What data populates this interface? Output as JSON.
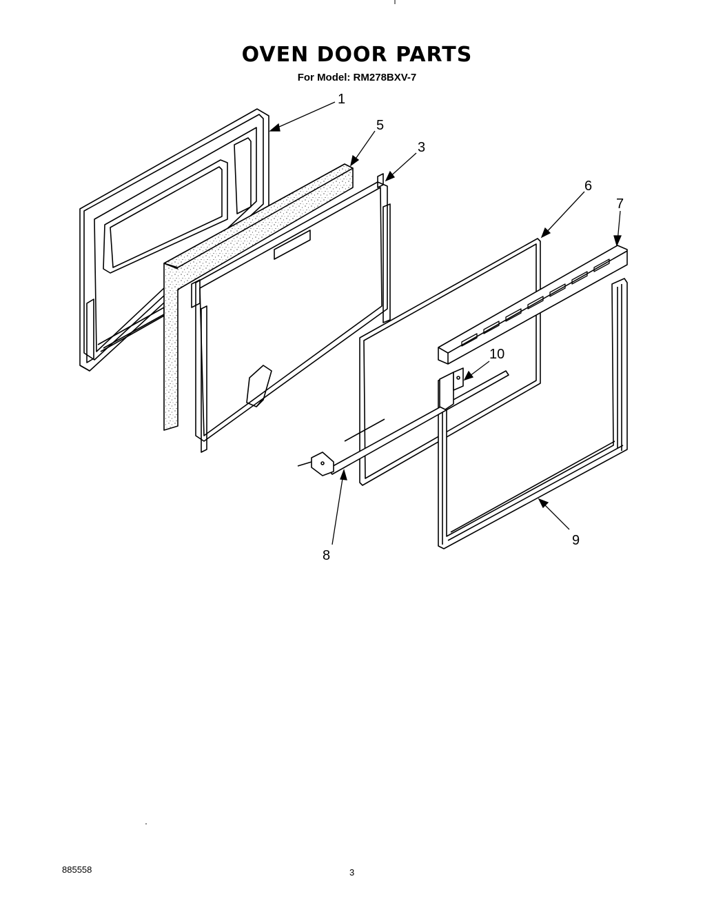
{
  "title": "OVEN DOOR PARTS",
  "subtitle": "For Model: RM278BXV-7",
  "callouts": {
    "c1": "1",
    "c3": "3",
    "c5": "5",
    "c6": "6",
    "c7": "7",
    "c8": "8",
    "c9": "9",
    "c10": "10"
  },
  "footer": {
    "doc_number": "885558",
    "page_number": "3"
  }
}
